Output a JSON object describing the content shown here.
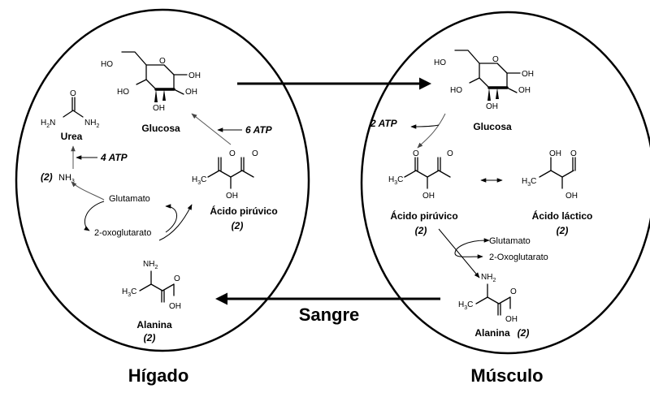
{
  "organs": {
    "liver": "Hígado",
    "muscle": "Músculo"
  },
  "blood": "Sangre",
  "liver": {
    "glucose": "Glucosa",
    "urea": "Urea",
    "pyruvate": "Ácido pirúvico",
    "pyruvate_count": "(2)",
    "atp_gluconeogenesis": "6 ATP",
    "atp_urea": "4 ATP",
    "ammonia_count": "(2)",
    "ammonia": "NH",
    "ammonia_sub": "3",
    "glutamate": "Glutamato",
    "oxoglutarate": "2-oxoglutarato",
    "alanine": "Alanina",
    "alanine_count": "(2)"
  },
  "muscle": {
    "glucose": "Glucosa",
    "atp_glycolysis": "2 ATP",
    "pyruvate": "Ácido pirúvico",
    "pyruvate_count": "(2)",
    "lactate": "Ácido láctico",
    "lactate_count": "(2)",
    "glutamate": "Glutamato",
    "oxoglutarate": "2-Oxoglutarato",
    "alanine": "Alanina",
    "alanine_count": "(2)"
  },
  "atoms": {
    "ho": "HO",
    "oh": "OH",
    "o": "O",
    "h": "H",
    "c": "C",
    "n": "N",
    "nh": "NH",
    "sub2": "2",
    "sub3": "3"
  }
}
